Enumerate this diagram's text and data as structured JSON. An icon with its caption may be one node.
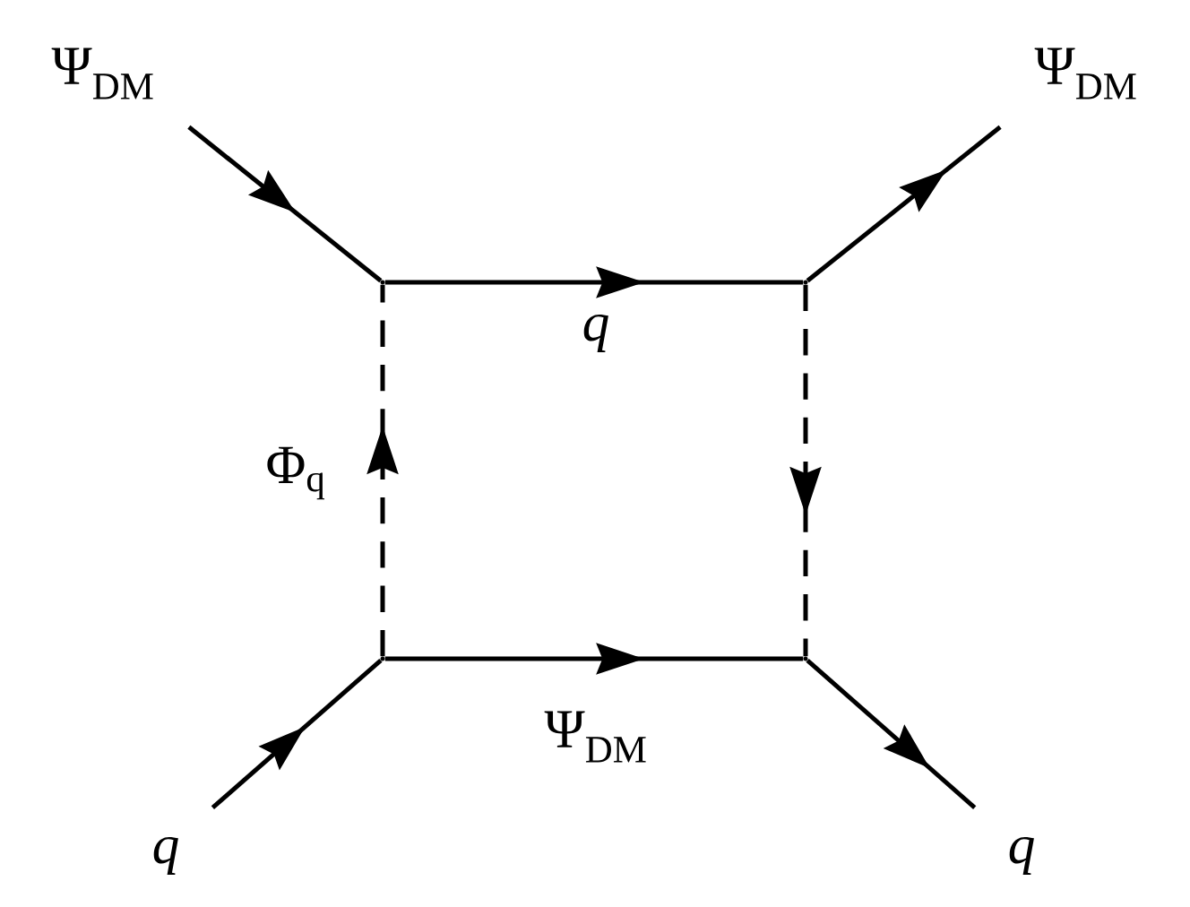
{
  "diagram": {
    "nodes": [
      {
        "text": [
          "Ψ$_{DM}$"
        ]
      },
      {
        "text": [
          "Ψ$_{DM}$"
        ]
      },
      {
        "text": [
          "q"
        ]
      },
      {
        "text": [
          "q"
        ]
      },
      {
        "text": [],
        "shape": "point"
      },
      {
        "text": [],
        "shape": "point"
      },
      {
        "text": [],
        "shape": "point"
      },
      {
        "text": [],
        "shape": "point"
      }
    ],
    "edges": [
      {
        "from": 0,
        "to": 4,
        "arrow": "to"
      },
      {
        "from": 4,
        "to": 5,
        "arrow": "to",
        "label": "q"
      },
      {
        "from": 5,
        "to": 1,
        "arrow": "to"
      },
      {
        "from": 7,
        "to": 4,
        "arrow": "to",
        "label": "Φ$_{q}$",
        "style": "dashed"
      },
      {
        "from": 5,
        "to": 6,
        "arrow": "to",
        "style": "dashed"
      },
      {
        "from": 2,
        "to": 7,
        "arrow": "to"
      },
      {
        "from": 7,
        "to": 6,
        "arrow": "to",
        "label": "Ψ$_{DM}$"
      },
      {
        "from": 6,
        "to": 3,
        "arrow": "to"
      }
    ]
  }
}
